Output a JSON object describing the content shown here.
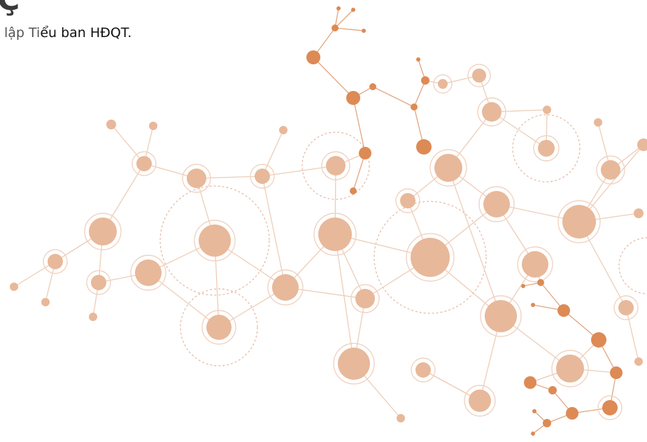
{
  "heading_fragment": "Ç",
  "caption": {
    "light_part": "lập Ti",
    "strong_part": "ểu ban HĐQT."
  },
  "colors": {
    "background": "#ffffff",
    "node_light": "#e8b89a",
    "node_dark": "#dd8a55",
    "edge": "#eccdb8"
  }
}
